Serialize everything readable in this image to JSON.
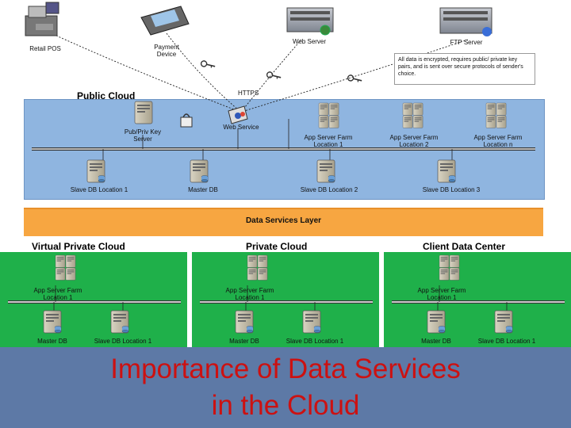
{
  "title": {
    "line1": "Importance of Data Services",
    "line2": "in the Cloud"
  },
  "devices": {
    "retail_pos": "Retail POS",
    "payment_device": [
      "Payment",
      "Device"
    ],
    "web_server": "Web Server",
    "ftp_server": "FTP Server",
    "https": "HTTPS"
  },
  "note": "All data is encrypted, requires public/ private key pairs, and is sent over secure protocols of sender's choice.",
  "public_cloud": {
    "title": "Public Cloud",
    "key_server": [
      "Pub/Priv Key",
      "Server"
    ],
    "web_service": "Web Service",
    "farms": [
      [
        "App Server Farm",
        "Location 1"
      ],
      [
        "App Server Farm",
        "Location 2"
      ],
      [
        "App Server Farm",
        "Location n"
      ]
    ],
    "dbs": [
      "Slave DB Location 1",
      "Master DB",
      "Slave DB Location 2",
      "Slave DB Location 3"
    ]
  },
  "data_services_layer": "Data Services Layer",
  "bottom_clouds": [
    {
      "title": "Virtual Private Cloud",
      "farm": [
        "App Server Farm",
        "Location 1"
      ],
      "master": "Master DB",
      "slave": "Slave DB Location 1"
    },
    {
      "title": "Private Cloud",
      "farm": [
        "App Server Farm",
        "Location 1"
      ],
      "master": "Master DB",
      "slave": "Slave DB Location 1"
    },
    {
      "title": "Client Data Center",
      "farm": [
        "App Server Farm",
        "Location 1"
      ],
      "master": "Master DB",
      "slave": "Slave DB Location 1"
    }
  ],
  "colors": {
    "public_cloud": "#8fb5e0",
    "data_services": "#f7a641",
    "green_panels": "#1fb04a",
    "title_band": "#5d79a6",
    "title_text": "#cc1111"
  }
}
